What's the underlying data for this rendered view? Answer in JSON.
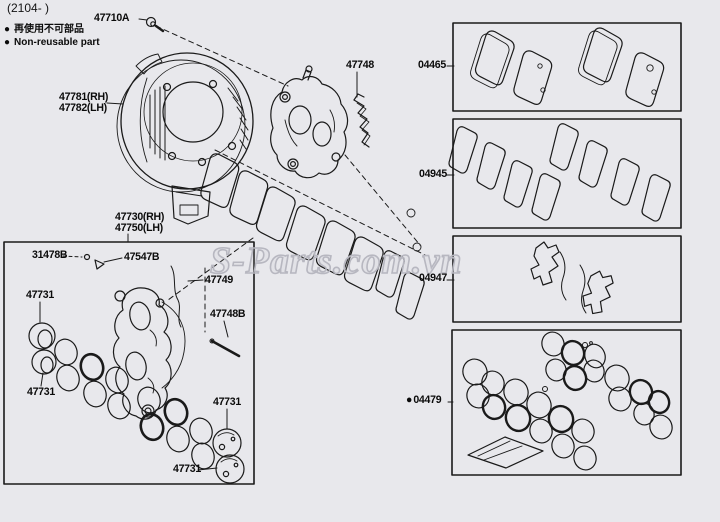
{
  "page": {
    "header_code": "(2104- )",
    "watermark": "S-Parts.com.vn"
  },
  "legend": {
    "bullet": "●",
    "jp": "再使用不可部品",
    "en": "Non-reusable part"
  },
  "parts": {
    "mounting_bolt": "47710A",
    "dust_cover_rh": "47781(RH)",
    "dust_cover_lh": "47782(LH)",
    "pad_clip": "47748",
    "caliper_rh": "47730(RH)",
    "caliper_lh": "47750(LH)",
    "bleeder_cap": "31478B",
    "bleeder_plug": "47547B",
    "wear_indicator": "47749",
    "piston_top": "47731",
    "piston_left": "47731",
    "piston_right": "47731",
    "piston_bottom": "47731",
    "guide_pin": "47748B"
  },
  "kits": {
    "pad_kit": "04465",
    "shim_kit": "04945",
    "fitting_kit": "04947",
    "cylinder_kit": "04479",
    "cylinder_kit_bullet": "●"
  }
}
